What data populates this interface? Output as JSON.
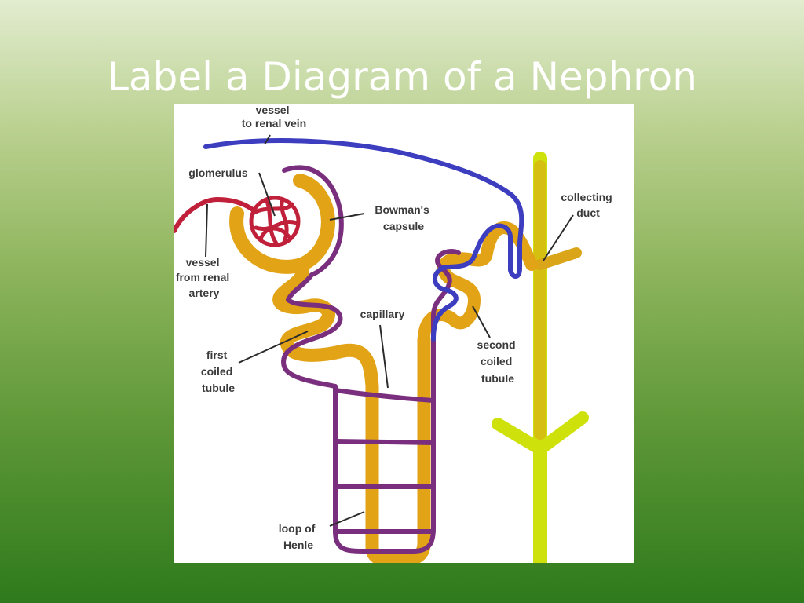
{
  "slide": {
    "title": "Label a Diagram of a Nephron"
  },
  "diagram": {
    "labels": {
      "vessel_to_renal_vein": [
        "vessel",
        "to renal vein"
      ],
      "glomerulus": [
        "glomerulus"
      ],
      "bowmans_capsule": [
        "Bowman's",
        "capsule"
      ],
      "vessel_from_renal_artery": [
        "vessel",
        "from renal",
        "artery"
      ],
      "capillary": [
        "capillary"
      ],
      "collecting_duct": [
        "collecting",
        "duct"
      ],
      "first_coiled_tubule": [
        "first",
        "coiled",
        "tubule"
      ],
      "second_coiled_tubule": [
        "second",
        "coiled",
        "tubule"
      ],
      "loop_of_henle": [
        "loop of",
        "Henle"
      ]
    },
    "colors": {
      "background": "#ffffff",
      "tubule": "#e2a316",
      "capillary": "#7a2f7e",
      "vein": "#3d3dc0",
      "artery": "#c0203a",
      "collecting_duct": "#cfe10a",
      "label_text": "#3a3a3a"
    }
  }
}
